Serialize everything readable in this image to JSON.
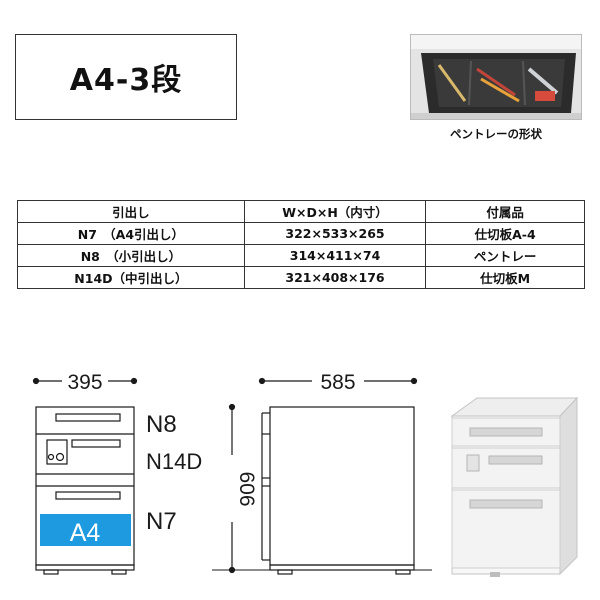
{
  "title": "A4-3段",
  "photo_caption": "ペントレーの形状",
  "table": {
    "headers": [
      "引出し",
      "W×D×H（内寸）",
      "付属品"
    ],
    "rows": [
      [
        "N7　（A4引出し）",
        "322×533×265",
        "仕切板A-4"
      ],
      [
        "N8　（小引出し）",
        "314×411×74",
        "ペントレー"
      ],
      [
        "N14D（中引出し）",
        "321×408×176",
        "仕切板M"
      ]
    ]
  },
  "dimensions": {
    "width": "395",
    "depth": "585",
    "height": "606"
  },
  "drawer_labels": {
    "top": "N8",
    "middle": "N14D",
    "bottom": "N7",
    "a4_badge": "A4"
  },
  "colors": {
    "a4_badge": "#1e9be0",
    "line": "#1a1a1a"
  }
}
